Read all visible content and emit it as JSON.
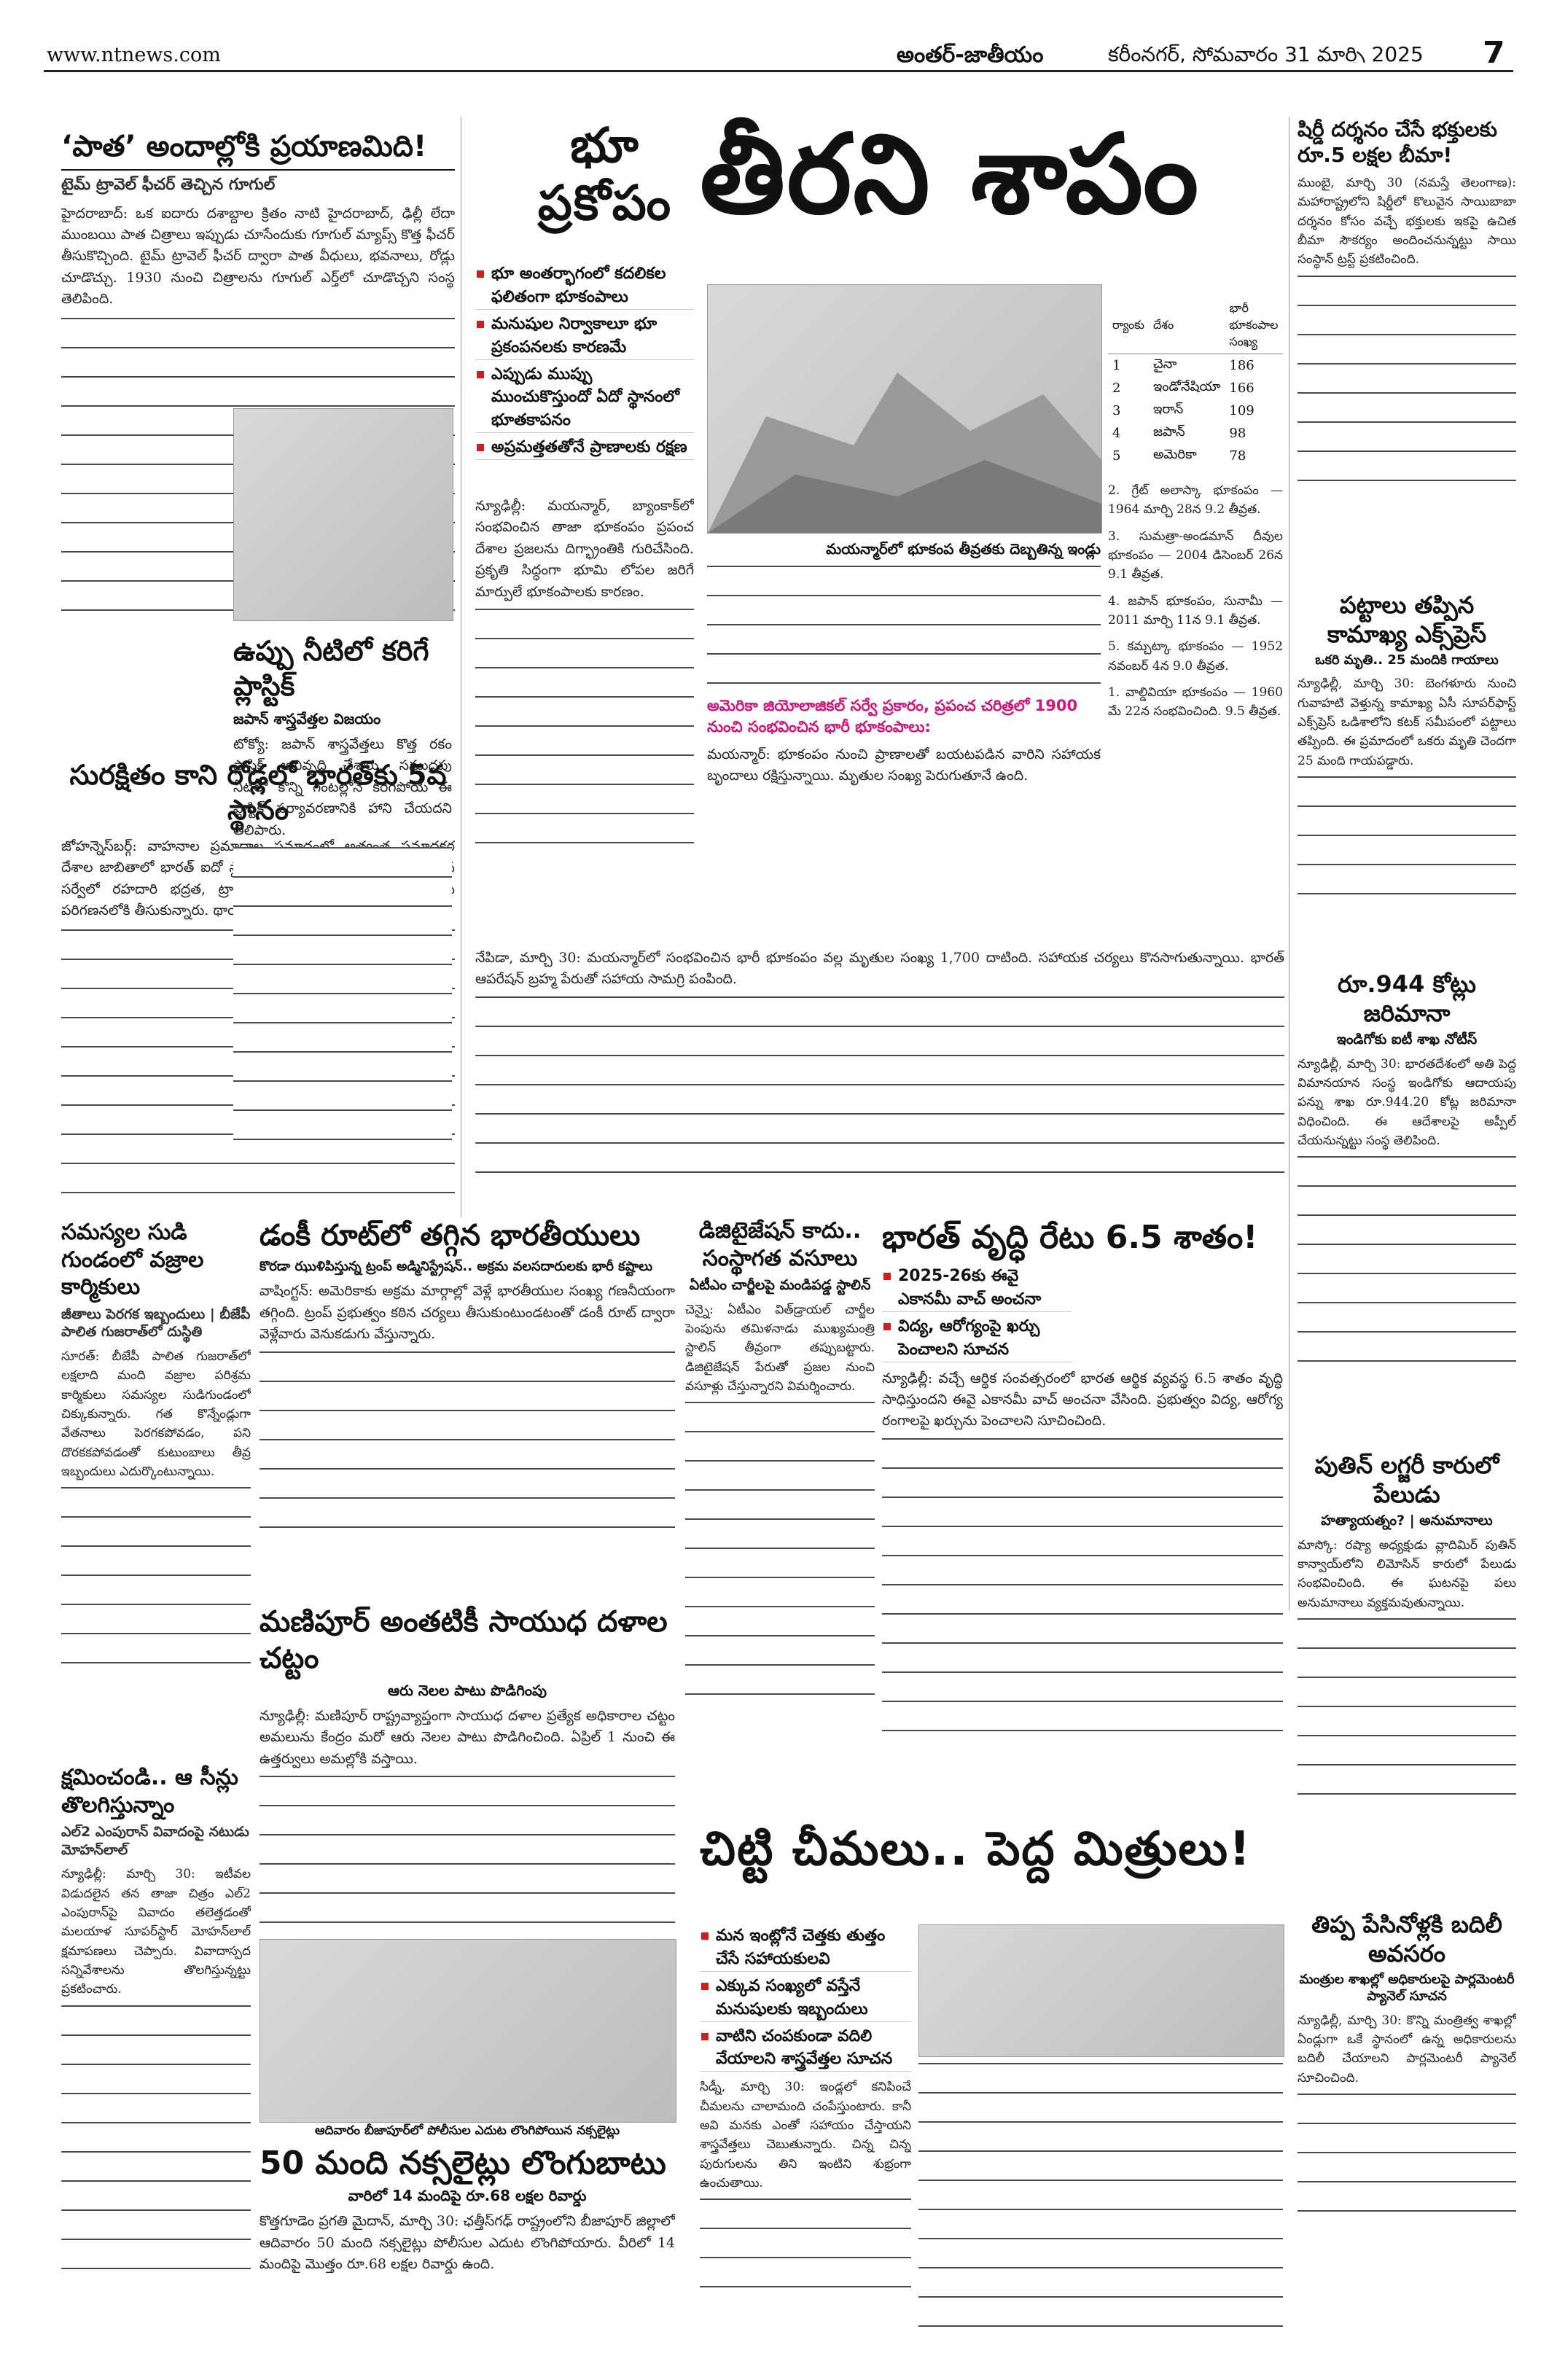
{
  "header": {
    "url": "www.ntnews.com",
    "section": "అంతర్‌-జాతీయం",
    "date": "కరీంనగర్‌, సోమవారం 31 మార్చి 2025",
    "page": "7"
  },
  "left_column": {
    "story1": {
      "title": "‘పాత’ అందాల్లోకి ప్రయాణమిది!",
      "subtitle": "టైమ్‌ ట్రావెల్‌ ఫీచర్‌ తెచ్చిన గూగుల్‌",
      "body": "హైదరాబాద్‌: ఒక ఐదారు దశాబ్దాల క్రితం నాటి హైదరాబాద్‌, ఢిల్లీ లేదా ముంబయి పాత చిత్రాలు ఇప్పుడు చూసేందుకు గూగుల్‌ మ్యాప్స్‌ కొత్త ఫీచర్‌ తీసుకొచ్చింది. టైమ్‌ ట్రావెల్‌ ఫీచర్‌ ద్వారా పాత వీధులు, భవనాలు, రోడ్లు చూడొచ్చు. 1930 నుంచి చిత్రాలను గూగుల్‌ ఎర్త్‌లో చూడొచ్చని సంస్థ తెలిపింది."
    },
    "story2": {
      "title": "సురక్షితం కాని రోడ్లలో భారత్‌కు 5వ స్థానం",
      "body": "జోహన్నెస్‌బర్గ్‌: వాహనాల ప్రమాదాల ప్రమాదంలో అత్యంత ప్రమాదకర దేశాల జాబితాలో భారత్‌ ఐదో స్థానంలో నిలిచింది. 53 దేశాల పై జరిపిన సర్వేలో రహదారి భద్రత, ట్రాఫిక్‌ నిబంధనలు, డ్రైవింగ్‌ అలవాట్లను పరిగణనలోకి తీసుకున్నారు. థాయ్‌లాండ్‌ మొదటి స్థానంలో ఉంది."
    },
    "story3": {
      "title": "సమస్యల సుడి గుండంలో వజ్రాల కార్మికులు",
      "subtitle": "జీతాలు పెరగక ఇబ్బందులు | బీజేపీ పాలిత గుజరాత్‌లో దుస్థితి",
      "body": "సూరత్‌: బీజేపీ పాలిత గుజరాత్‌లో లక్షలాది మంది వజ్రాల పరిశ్రమ కార్మికులు సమస్యల సుడిగుండంలో చిక్కుకున్నారు. గత కొన్నేండ్లుగా వేతనాలు పెరగకపోవడం, పని దొరకకపోవడంతో కుటుంబాలు తీవ్ర ఇబ్బందులు ఎదుర్కొంటున్నాయి."
    },
    "story4": {
      "title": "క్షమించండి.. ఆ సీన్లు తొలగిస్తున్నాం",
      "subtitle": "ఎల్‌2 ఎంపురాన్‌ వివాదంపై నటుడు మోహన్‌లాల్‌",
      "body": "న్యూఢిల్లీ: మార్చి 30: ఇటీవల విడుదలైన తన తాజా చిత్రం ఎల్‌2 ఎంపురాన్‌పై వివాదం తలెత్తడంతో మలయాళ సూపర్‌స్టార్‌ మోహన్‌లాల్‌ క్షమాపణలు చెప్పారు. వివాదాస్పద సన్నివేశాలను తొలగిస్తున్నట్టు ప్రకటించారు."
    }
  },
  "quake": {
    "title_small": "భూ ప్రకోపం",
    "title_big": "తీరని శాపం",
    "bullets": [
      "భూ అంతర్భాగంలో కదలికల ఫలితంగా భూకంపాలు",
      "మనుషుల నిర్వాకాలూ భూ ప్రకంపనలకు కారణమే",
      "ఎప్పుడు ముప్పు ముంచుకొస్తుందో ఏదో స్థానంలో భూతకాపనం",
      "అప్రమత్తతతోనే ప్రాణాలకు రక్షణ"
    ],
    "lead": "న్యూఢిల్లీ: మయన్మార్‌, బ్యాంకాక్‌లో సంభవించిన తాజా భూకంపం ప్రపంచ దేశాల ప్రజలను దిగ్భ్రాంతికి గురిచేసింది. ప్రకృతి సిద్ధంగా భూమి లోపల జరిగే మార్పులే భూకంపాలకు కారణం.",
    "rank_table": {
      "headers": [
        "ర్యాంకు",
        "దేశం",
        "భారీ భూకంపాల సంఖ్య"
      ],
      "rows": [
        [
          "1",
          "చైనా",
          "186"
        ],
        [
          "2",
          "ఇండోనేషియా",
          "166"
        ],
        [
          "3",
          "ఇరాన్‌",
          "109"
        ],
        [
          "4",
          "జపాన్‌",
          "98"
        ],
        [
          "5",
          "అమెరికా",
          "78"
        ]
      ]
    },
    "rank_caption": "మయన్మార్‌లో భూకంప తీవ్రతకు దెబ్బతిన్న ఇండ్లు",
    "pink_note": "అమెరికా జియోలాజికల్‌ సర్వే ప్రకారం, ప్రపంచ చరిత్రలో 1900 నుంచి సంభవించిన భారీ భూకంపాలు:",
    "list": [
      "1. వాల్డివియా భూకంపం — 1960 మే 22న సంభవించింది. 9.5 తీవ్రత.",
      "2. గ్రేట్‌ అలాస్కా భూకంపం — 1964 మార్చి 28న 9.2 తీవ్రత.",
      "3. సుమత్రా-అండమాన్‌ దీవుల భూకంపం — 2004 డిసెంబర్‌ 26న 9.1 తీవ్రత.",
      "4. జపాన్‌ భూకంపం, సునామీ — 2011 మార్చి 11న 9.1 తీవ్రత.",
      "5. కమ్చట్కా భూకంపం — 1952 నవంబర్‌ 4న 9.0 తీవ్రత."
    ],
    "body2": "మయన్మార్‌: భూకంపం నుంచి ప్రాణాలతో బయటపడిన వారిని సహాయక బృందాలు రక్షిస్తున్నాయి. మృతుల సంఖ్య పెరుగుతూనే ఉంది."
  },
  "plastic": {
    "title": "ఉప్పు నీటిలో కరిగే ప్లాస్టిక్‌",
    "subtitle": "జపాన్‌ శాస్త్రవేత్తల విజయం",
    "body": "టోక్యో: జపాన్‌ శాస్త్రవేత్తలు కొత్త రకం ప్లాస్టిక్‌ అభివృద్ధి చేశారు. సముద్రపు నీటిలో కొన్ని గంటల్లోనే కరిగిపోయే ఈ ప్లాస్టిక్‌ పర్యావరణానికి హాని చేయదని తెలిపారు."
  },
  "myanmar_middle": {
    "body": "నేపిడా, మార్చి 30: మయన్మార్‌లో సంభవించిన భారీ భూకంపం వల్ల మృతుల సంఖ్య 1,700 దాటింది. సహాయక చర్యలు కొనసాగుతున్నాయి. భారత్‌ ఆపరేషన్‌ బ్రహ్మ పేరుతో సహాయ సామగ్రి పంపింది."
  },
  "donkey": {
    "title": "డంకీ రూట్‌లో తగ్గిన భారతీయులు",
    "subtitle": "కొరడా ఝుళిపిస్తున్న ట్రంప్‌ అడ్మినిస్ట్రేషన్‌.. అక్రమ వలసదారులకు భారీ కష్టాలు",
    "body": "వాషింగ్టన్‌: అమెరికాకు అక్రమ మార్గాల్లో వెళ్లే భారతీయుల సంఖ్య గణనీయంగా తగ్గింది. ట్రంప్‌ ప్రభుత్వం కఠిన చర్యలు తీసుకుంటుండటంతో డంకీ రూట్‌ ద్వారా వెళ్లేవారు వెనుకడుగు వేస్తున్నారు."
  },
  "digital": {
    "title": "డిజిటైజేషన్‌ కాదు.. సంస్థాగత వసూలు",
    "subtitle": "ఏటీఎం చార్జీలపై మండిపడ్డ స్టాలిన్‌",
    "body": "చెన్నై: ఏటీఎం విత్‌డ్రాయల్‌ చార్జీల పెంపును తమిళనాడు ముఖ్యమంత్రి స్టాలిన్‌ తీవ్రంగా తప్పుబట్టారు. డిజిటైజేషన్‌ పేరుతో ప్రజల నుంచి వసూళ్లు చేస్తున్నారని విమర్శించారు."
  },
  "growth": {
    "title": "భారత్‌ వృద్ధి రేటు 6.5 శాతం!",
    "bullets": [
      "2025-26కు ఈవై ఎకానమీ వాచ్‌ అంచనా",
      "విద్య, ఆరోగ్యంపై ఖర్చు పెంచాలని సూచన"
    ],
    "body": "న్యూఢిల్లీ: వచ్చే ఆర్థిక సంవత్సరంలో భారత ఆర్థిక వ్యవస్థ 6.5 శాతం వృద్ధి సాధిస్తుందని ఈవై ఎకానమీ వాచ్‌ అంచనా వేసింది. ప్రభుత్వం విద్య, ఆరోగ్య రంగాలపై ఖర్చును పెంచాలని సూచించింది."
  },
  "manipur": {
    "title": "మణిపూర్‌ అంతటికీ సాయుధ దళాల చట్టం",
    "subtitle": "ఆరు నెలల పాటు పొడిగింపు",
    "body": "న్యూఢిల్లీ: మణిపూర్‌ రాష్ట్రవ్యాప్తంగా సాయుధ దళాల ప్రత్యేక అధికారాల చట్టం అమలును కేంద్రం మరో ఆరు నెలల పాటు పొడిగించింది. ఏప్రిల్‌ 1 నుంచి ఈ ఉత్తర్వులు అమల్లోకి వస్తాయి."
  },
  "naxal": {
    "caption": "ఆదివారం బీజాపూర్‌లో పోలీసుల ఎదుట లొంగిపోయిన నక్సలైట్లు",
    "title": "50 మంది నక్సలైట్లు లొంగుబాటు",
    "subtitle": "వారిలో 14 మందిపై రూ.68 లక్షల రివార్డు",
    "body": "కొత్తగూడెం ప్రగతి మైదాన్‌, మార్చి 30: ఛత్తీస్‌గఢ్‌ రాష్ట్రంలోని బీజాపూర్‌ జిల్లాలో ఆదివారం 50 మంది నక్సలైట్లు పోలీసుల ఎదుట లొంగిపోయారు. వీరిలో 14 మందిపై మొత్తం రూ.68 లక్షల రివార్డు ఉంది."
  },
  "ants": {
    "title": "చిట్టి చీమలు.. పెద్ద మిత్రులు!",
    "bullets": [
      "మన ఇంట్లోనే చెత్తకు తుత్తం చేసే సహాయకులవి",
      "ఎక్కువ సంఖ్యలో వస్తేనే మనుషులకు ఇబ్బందులు",
      "వాటిని చంపకుండా వదిలి వేయాలని శాస్త్రవేత్తల సూచన"
    ],
    "body": "సిడ్నీ, మార్చి 30: ఇండ్లలో కనిపించే చీమలను చాలామంది చంపేస్తుంటారు. కానీ అవి మనకు ఎంతో సహాయం చేస్తాయని శాస్త్రవేత్తలు చెబుతున్నారు. చిన్న చిన్న పురుగులను తిని ఇంటిని శుభ్రంగా ఉంచుతాయి."
  },
  "right_column": {
    "story1": {
      "title": "షిర్డీ దర్శనం చేసే భక్తులకు రూ.5 లక్షల బీమా!",
      "body": "ముంబై, మార్చి 30 (నమస్తే తెలంగాణ): మహారాష్ట్రలోని షిర్డీలో కొలువైన సాయిబాబా దర్శనం కోసం వచ్చే భక్తులకు ఇకపై ఉచిత బీమా సౌకర్యం అందించనున్నట్టు సాయి సంస్థాన్‌ ట్రస్ట్‌ ప్రకటించింది."
    },
    "story2": {
      "title": "పట్టాలు తప్పిన కామాఖ్య ఎక్స్‌ప్రెస్‌",
      "subtitle": "ఒకరి మృతి.. 25 మందికి గాయాలు",
      "body": "న్యూఢిల్లీ, మార్చి 30: బెంగళూరు నుంచి గువాహటి వెళ్తున్న కామాఖ్య ఏసీ సూపర్‌ఫాస్ట్‌ ఎక్స్‌ప్రెస్‌ ఒడిశాలోని కటక్‌ సమీపంలో పట్టాలు తప్పింది. ఈ ప్రమాదంలో ఒకరు మృతి చెందగా 25 మంది గాయపడ్డారు."
    },
    "story3": {
      "title": "రూ.944 కోట్లు జరిమానా",
      "subtitle": "ఇండిగోకు ఐటీ శాఖ నోటీస్‌",
      "body": "న్యూఢిల్లీ, మార్చి 30: భారతదేశంలో అతి పెద్ద విమానయాన సంస్థ ఇండిగోకు ఆదాయపు పన్ను శాఖ రూ.944.20 కోట్ల జరిమానా విధించింది. ఈ ఆదేశాలపై అప్పీల్‌ చేయనున్నట్టు సంస్థ తెలిపింది."
    },
    "story4": {
      "title": "పుతిన్‌ లగ్జరీ కారులో పేలుడు",
      "subtitle": "హత్యాయత్నం? | అనుమానాలు",
      "body": "మాస్కో: రష్యా అధ్యక్షుడు వ్లాదిమిర్‌ పుతిన్‌ కాన్వాయ్‌లోని లిమోసిన్‌ కారులో పేలుడు సంభవించింది. ఈ ఘటనపై పలు అనుమానాలు వ్యక్తమవుతున్నాయి."
    },
    "story5": {
      "title": "తిప్ప పేసినోళ్లకి బదిలీ అవసరం",
      "subtitle": "మంత్రుల శాఖల్లో అధికారులపై పార్లమెంటరీ ప్యానెల్‌ సూచన",
      "body": "న్యూఢిల్లీ, మార్చి 30: కొన్ని మంత్రిత్వ శాఖల్లో ఏండ్లుగా ఒకే స్థానంలో ఉన్న అధికారులను బదిలీ చేయాలని పార్లమెంటరీ ప్యానెల్‌ సూచించింది."
    }
  },
  "colors": {
    "accent_red": "#d11c1c",
    "pink": "#d0167d",
    "text": "#111111"
  }
}
